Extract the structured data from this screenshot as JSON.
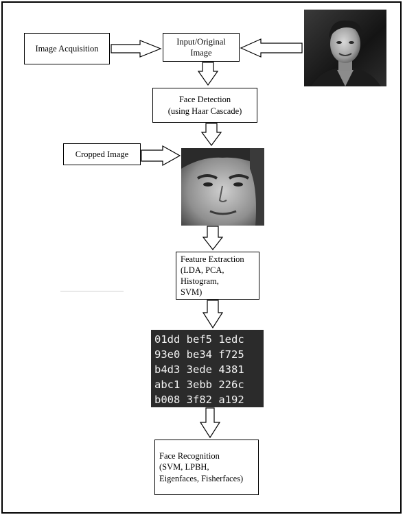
{
  "nodes": {
    "image_acquisition": "Image Acquisition",
    "input_image": "Input/Original\nImage",
    "face_detection": "Face Detection\n(using Haar Cascade)",
    "cropped_image": "Cropped Image",
    "feature_extraction": "Feature Extraction\n(LDA, PCA, Histogram,\nSVM)",
    "face_recognition": "Face Recognition\n(SVM, LPBH,\nEigenfaces, Fisherfaces)"
  },
  "hex_rows": [
    "01dd bef5 1edc",
    "93e0 be34 f725",
    "b4d3 3ede 4381",
    "abc1 3ebb 226c",
    "b008 3f82 a192"
  ],
  "colors": {
    "line": "#000000",
    "hex_bg": "#2b2b2b",
    "hex_text": "#f2f2f2"
  }
}
